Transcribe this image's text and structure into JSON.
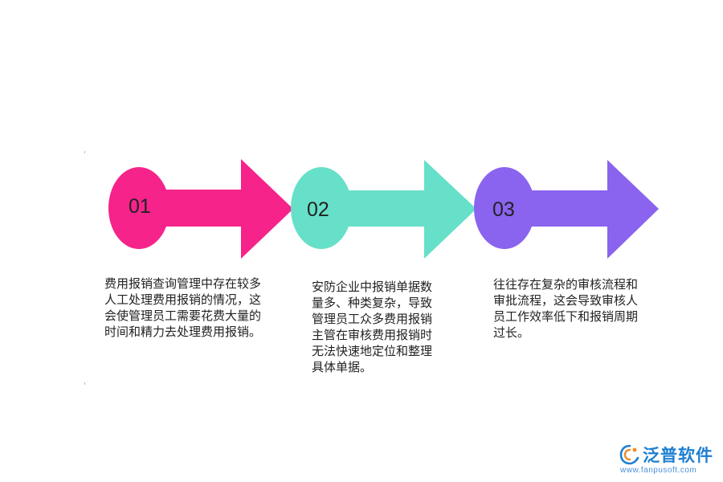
{
  "steps": [
    {
      "number": "01",
      "color": "#f5238a",
      "lines": [
        "费用报销查询管理中存在较多",
        "人工处理费用报销的情况，这",
        "会使管理员工需要花费大量的",
        "时间和精力去处理费用报销。"
      ]
    },
    {
      "number": "02",
      "color": "#66e0c8",
      "lines": [
        "安防企业中报销单据数",
        "量多、种类复杂，导致",
        "管理员工众多费用报销",
        "主管在审核费用报销时",
        "无法快速地定位和整理",
        "具体单据。"
      ]
    },
    {
      "number": "03",
      "color": "#8a63ef",
      "lines": [
        "往往存在复杂的审核流程和",
        "审批流程，这会导致审核人",
        "员工作效率低下和报销周期",
        "过长。"
      ]
    }
  ],
  "brand": {
    "name": "泛普软件",
    "url": "www.fanpusoft.com",
    "logo_icon": "fanpu-logo-icon",
    "color": "#1e7fd1"
  }
}
